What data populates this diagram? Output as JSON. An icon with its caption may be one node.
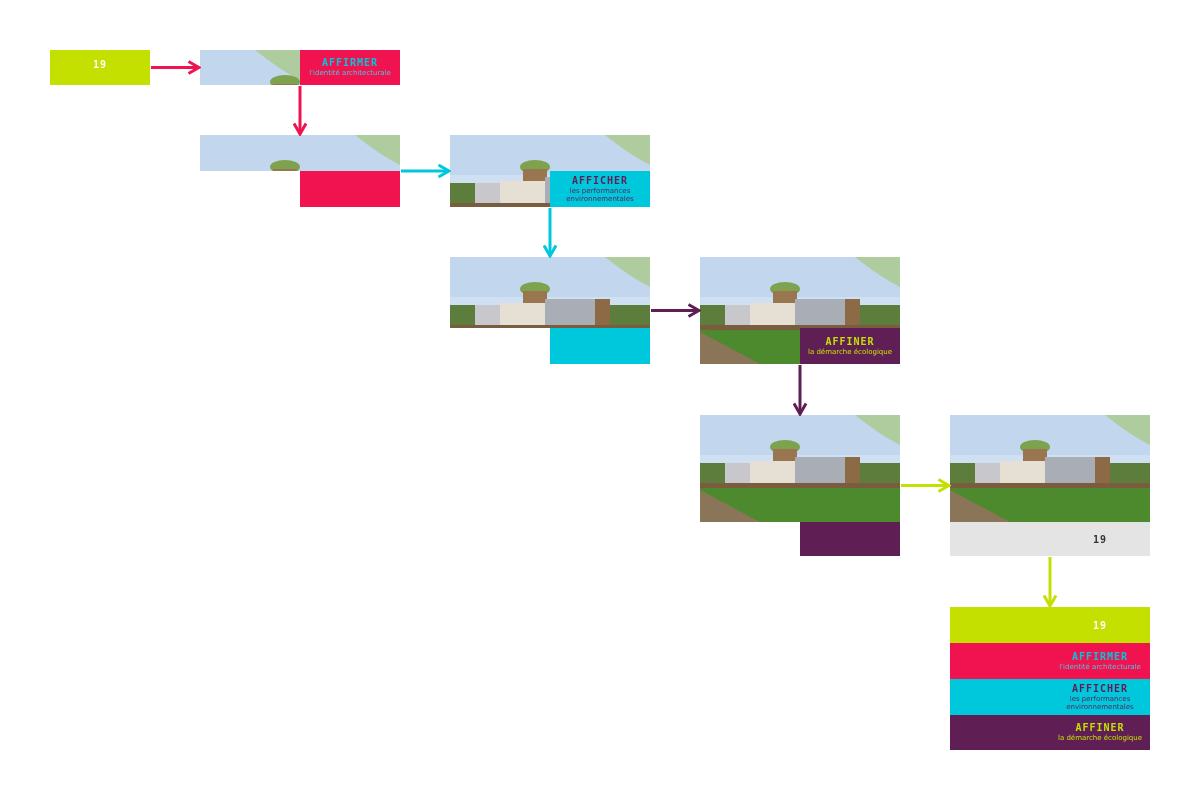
{
  "diagram": {
    "nodes": [
      {
        "text": [
          "19"
        ]
      },
      {
        "text": [
          "AFFIRMER",
          "l'identité architecturale"
        ]
      },
      {
        "text": [],
        "shape": "picture"
      },
      {
        "text": [
          "AFFICHER",
          "les performances environnementales"
        ]
      },
      {
        "text": [],
        "shape": "picture"
      },
      {
        "text": [
          "AFFINER",
          "la démarche écologique"
        ]
      },
      {
        "text": [],
        "shape": "picture"
      },
      {
        "text": [
          "19"
        ]
      },
      {
        "text": [],
        "shape": "box"
      },
      {
        "text": [
          "19"
        ],
        "in": 8
      },
      {
        "text": [
          "AFFIRMER",
          "l'identité architecturale"
        ],
        "in": 8
      },
      {
        "text": [
          "AFFICHER",
          "les performances environnementales"
        ],
        "in": 8
      },
      {
        "text": [
          "AFFINER",
          "la démarche écologique"
        ],
        "in": 8
      }
    ],
    "edges": [
      {
        "from": 0,
        "to": 1,
        "arrow": "to",
        "color": "#f0134f"
      },
      {
        "from": 1,
        "to": 2,
        "arrow": "to",
        "color": "#f0134f"
      },
      {
        "from": 2,
        "to": 3,
        "arrow": "to",
        "color": "#00c8dc"
      },
      {
        "from": 3,
        "to": 4,
        "arrow": "to",
        "color": "#00c8dc"
      },
      {
        "from": 4,
        "to": 5,
        "arrow": "to",
        "color": "#5f1f55"
      },
      {
        "from": 5,
        "to": 6,
        "arrow": "to",
        "color": "#5f1f55"
      },
      {
        "from": 6,
        "to": 7,
        "arrow": "to",
        "color": "#c3e000"
      },
      {
        "from": 7,
        "to": 8,
        "arrow": "to",
        "color": "#c3e000"
      }
    ]
  }
}
